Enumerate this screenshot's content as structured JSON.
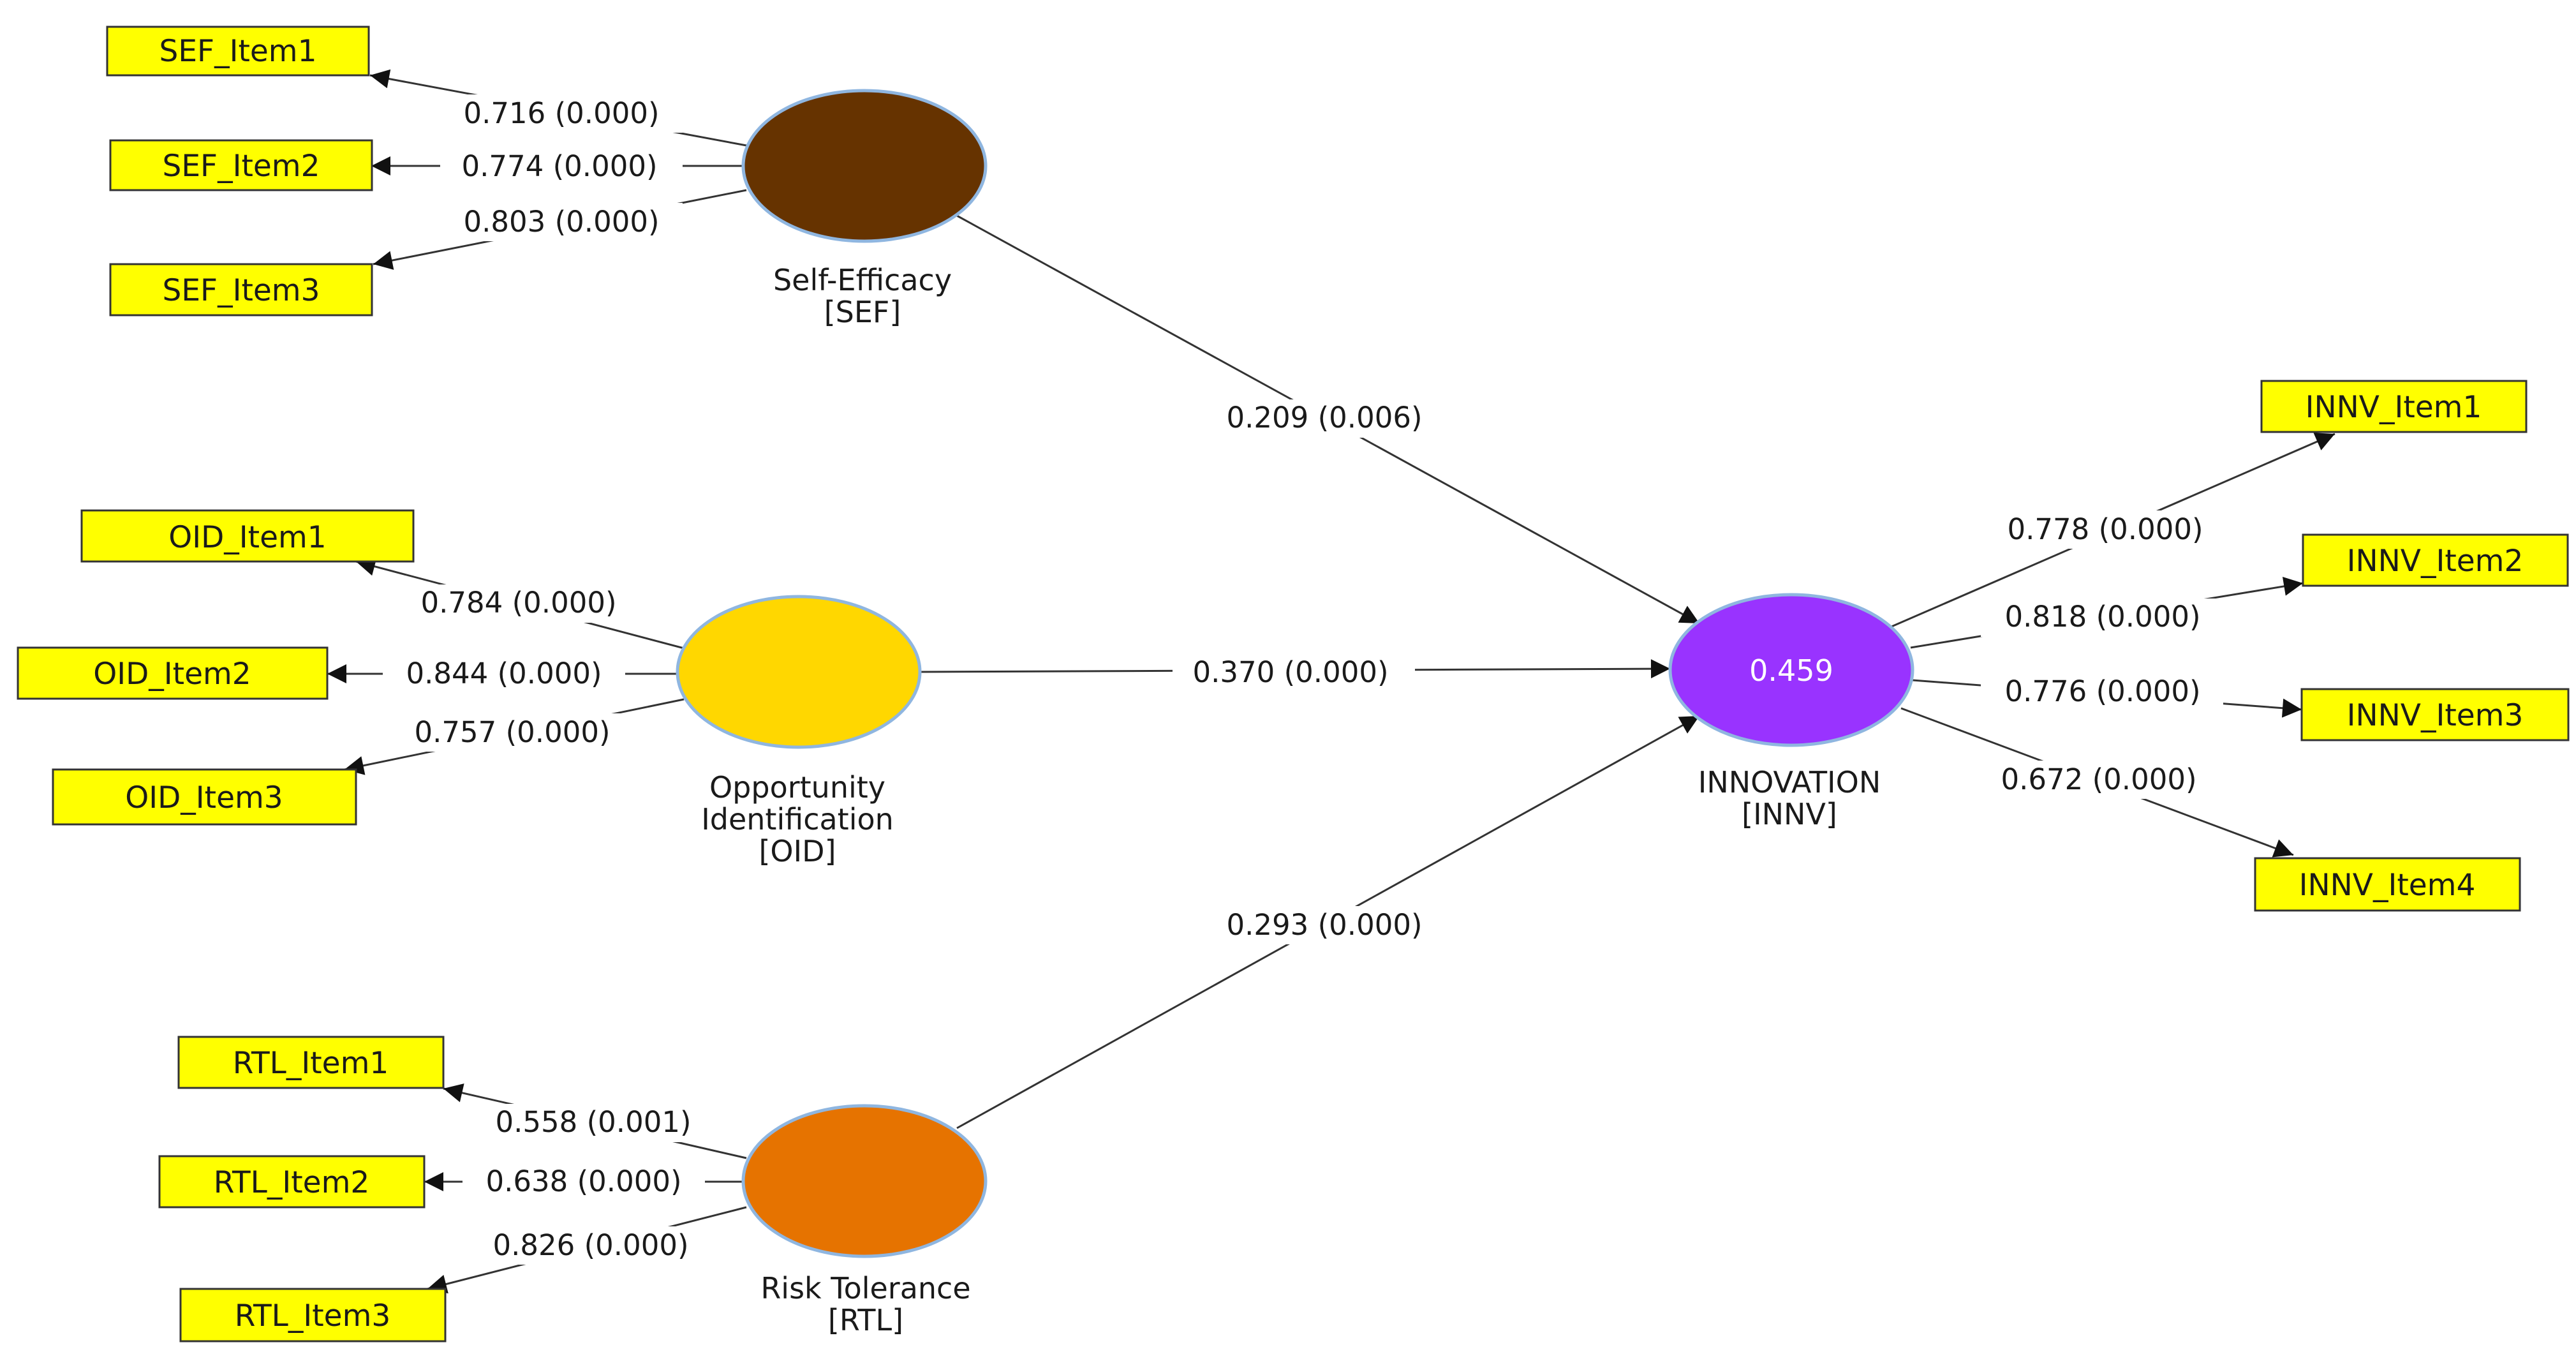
{
  "constructs": {
    "sef": {
      "name": "Self-Efficacy",
      "code": "[SEF]",
      "color": "#663300"
    },
    "oid": {
      "name_line1": "Opportunity",
      "name_line2": "Identification",
      "code": "[OID]",
      "color": "#ffd700"
    },
    "rtl": {
      "name": "Risk Tolerance",
      "code": "[RTL]",
      "color": "#e67300"
    },
    "innv": {
      "name": "INNOVATION",
      "code": "[INNV]",
      "color": "#9933ff",
      "r_squared": "0.459"
    }
  },
  "indicator_color": "#ffff00",
  "indicators": {
    "sef1": "SEF_Item1",
    "sef2": "SEF_Item2",
    "sef3": "SEF_Item3",
    "oid1": "OID_Item1",
    "oid2": "OID_Item2",
    "oid3": "OID_Item3",
    "rtl1": "RTL_Item1",
    "rtl2": "RTL_Item2",
    "rtl3": "RTL_Item3",
    "innv1": "INNV_Item1",
    "innv2": "INNV_Item2",
    "innv3": "INNV_Item3",
    "innv4": "INNV_Item4"
  },
  "loadings": {
    "sef1": "0.716 (0.000)",
    "sef2": "0.774 (0.000)",
    "sef3": "0.803 (0.000)",
    "oid1": "0.784 (0.000)",
    "oid2": "0.844 (0.000)",
    "oid3": "0.757 (0.000)",
    "rtl1": "0.558 (0.001)",
    "rtl2": "0.638 (0.000)",
    "rtl3": "0.826 (0.000)",
    "innv1": "0.778 (0.000)",
    "innv2": "0.818 (0.000)",
    "innv3": "0.776 (0.000)",
    "innv4": "0.672 (0.000)"
  },
  "paths": {
    "sef_innv": "0.209 (0.006)",
    "oid_innv": "0.370 (0.000)",
    "rtl_innv": "0.293 (0.000)"
  }
}
